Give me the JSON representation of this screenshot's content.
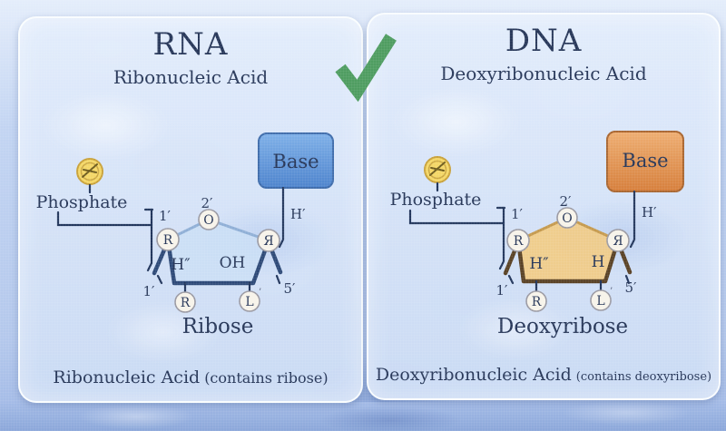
{
  "checkmark": {
    "color": "#4f9d61"
  },
  "coin": {
    "fill": "#f4d767",
    "border": "#c9a23b"
  },
  "panels": [
    {
      "id": "rna",
      "title": "RNA",
      "subtitle": "Ribonucleic Acid",
      "phosphate_label": "Phosphate",
      "base_label": "Base",
      "sugar_label": "Ribose",
      "caption_main": "Ribonucleic Acid",
      "caption_paren": "(contains ribose)",
      "labels": {
        "two_prime": "2′",
        "one_prime_top": "1′",
        "one_prime_bottom": "1′",
        "five_prime": "5′",
        "h_double_prime": "H″",
        "inner_right": "OH",
        "h_prime": "H′"
      },
      "atoms": {
        "top": "O",
        "left": "R",
        "right": "Я",
        "bottom_left": "R",
        "bottom_right": "L",
        "bottom_right_mark": "’"
      },
      "colors": {
        "ring_fill": "#cadef5",
        "ring_edge": "#8fafd6",
        "ring_dark": "#2e4a78",
        "base_top": "#7fb0e8",
        "base_bottom": "#4e84cd",
        "base_border": "#3e6cab",
        "base_text": "#1d3a6b",
        "atom_left_text": "#b84848"
      }
    },
    {
      "id": "dna",
      "title": "DNA",
      "subtitle": "Deoxyribonucleic Acid",
      "phosphate_label": "Phosphate",
      "base_label": "Base",
      "sugar_label": "Deoxyribose",
      "caption_main": "Deoxyribonucleic Acid",
      "caption_paren": "(contains deoxyribose)",
      "labels": {
        "two_prime": "2′",
        "one_prime_top": "1′",
        "one_prime_bottom": "1′",
        "five_prime": "5′",
        "h_double_prime": "H″",
        "inner_right": "H",
        "h_prime": "H′"
      },
      "atoms": {
        "top": "O",
        "left": "R",
        "right": "Я",
        "bottom_left": "R",
        "bottom_right": "L",
        "bottom_right_mark": "’"
      },
      "colors": {
        "ring_fill": "#f2c97e",
        "ring_edge": "#c59a4e",
        "ring_dark": "#5a4226",
        "base_top": "#eeae72",
        "base_bottom": "#d67f3c",
        "base_border": "#a9652f",
        "base_text": "#463019",
        "atom_left_text": "#b84848"
      }
    }
  ]
}
